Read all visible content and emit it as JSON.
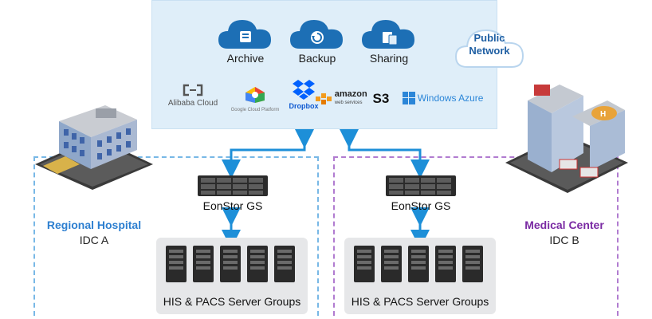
{
  "public_network": {
    "badge": "Public Network",
    "services": [
      {
        "label": "Archive",
        "icon": "cloud-archive-icon"
      },
      {
        "label": "Backup",
        "icon": "cloud-backup-icon"
      },
      {
        "label": "Sharing",
        "icon": "cloud-sharing-icon"
      }
    ],
    "providers": [
      "Alibaba Cloud",
      "Google Cloud Platform",
      "Dropbox",
      "amazon",
      "web services",
      "S3",
      "Windows Azure"
    ]
  },
  "sites": [
    {
      "name": "Regional Hospital",
      "idc": "IDC A",
      "color": "#2d7fd0",
      "storage": "EonStor GS",
      "servers": "HIS & PACS Server Groups"
    },
    {
      "name": "Medical Center",
      "idc": "IDC B",
      "color": "#7a2aa3",
      "storage": "EonStor GS",
      "servers": "HIS & PACS Server Groups"
    }
  ],
  "colors": {
    "arrow": "#1d8fd8",
    "panel": "#dfeef9",
    "idc_a_border": "#78b8e6",
    "idc_b_border": "#b17cd0"
  }
}
